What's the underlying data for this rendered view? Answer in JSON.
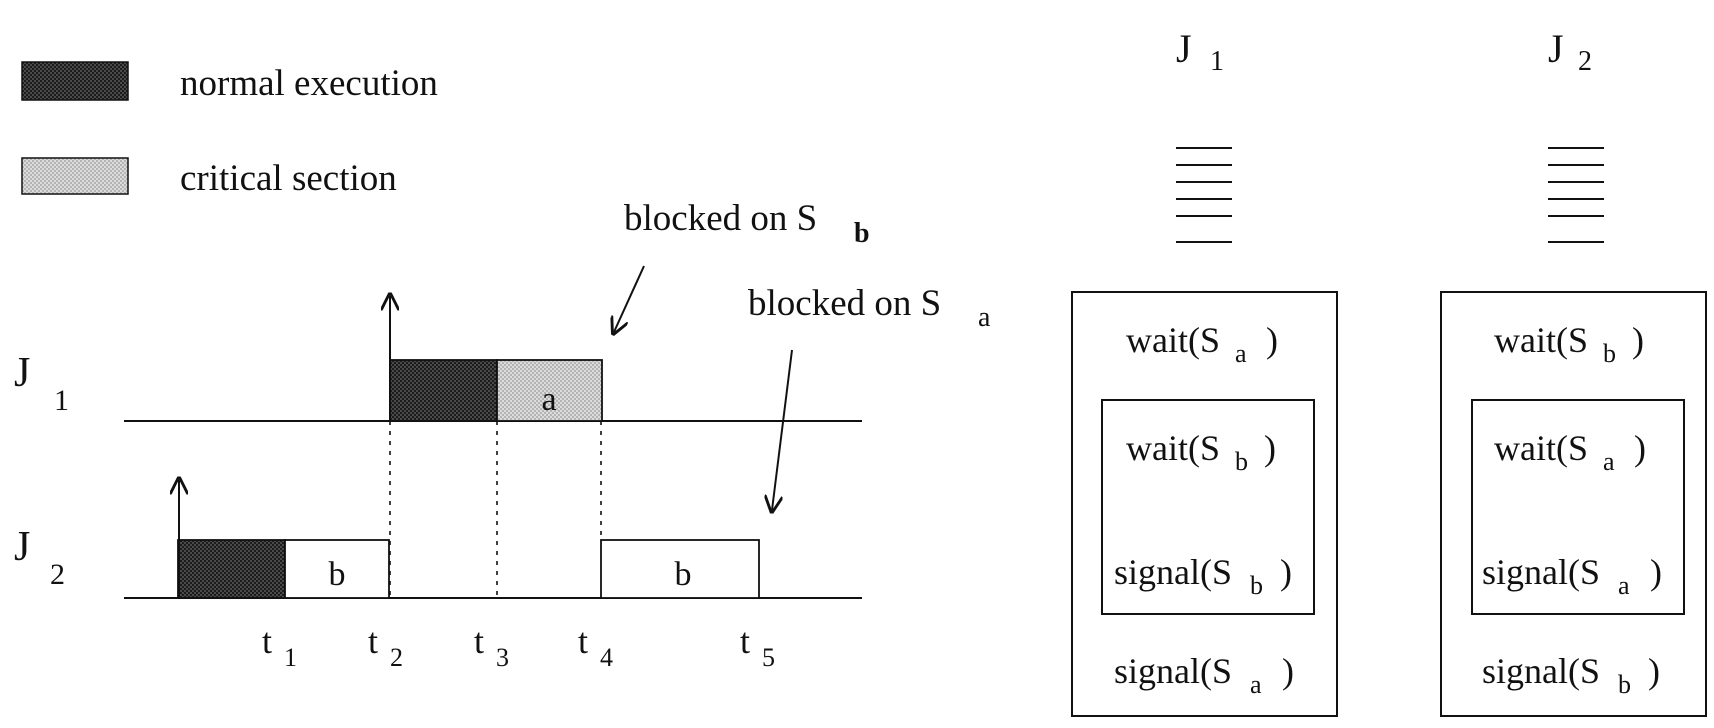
{
  "legend": {
    "normal_label": "normal execution",
    "critical_label": "critical section"
  },
  "timeline": {
    "job1": {
      "name": "J",
      "sub": "1"
    },
    "job2": {
      "name": "J",
      "sub": "2"
    },
    "annotation_b": {
      "text": "blocked on S",
      "sub": "b"
    },
    "annotation_a": {
      "text": "blocked on S",
      "sub": "a"
    },
    "segment_a": "a",
    "segment_b1": "b",
    "segment_b2": "b",
    "ticks": [
      {
        "name": "t",
        "sub": "1"
      },
      {
        "name": "t",
        "sub": "2"
      },
      {
        "name": "t",
        "sub": "3"
      },
      {
        "name": "t",
        "sub": "4"
      },
      {
        "name": "t",
        "sub": "5"
      }
    ]
  },
  "code": {
    "j1": {
      "header": {
        "name": "J",
        "sub": "1"
      },
      "outer_wait": {
        "fn": "wait(S",
        "sub": "a",
        "close": ")"
      },
      "inner_wait": {
        "fn": "wait(S",
        "sub": "b",
        "close": ")"
      },
      "inner_signal": {
        "fn": "signal(S",
        "sub": "b",
        "close": ")"
      },
      "outer_signal": {
        "fn": "signal(S",
        "sub": "a",
        "close": ")"
      }
    },
    "j2": {
      "header": {
        "name": "J",
        "sub": "2"
      },
      "outer_wait": {
        "fn": "wait(S",
        "sub": "b",
        "close": ")"
      },
      "inner_wait": {
        "fn": "wait(S",
        "sub": "a",
        "close": ")"
      },
      "inner_signal": {
        "fn": "signal(S",
        "sub": "a",
        "close": ")"
      },
      "outer_signal": {
        "fn": "signal(S",
        "sub": "b",
        "close": ")"
      }
    }
  },
  "colors": {
    "normal_fill": "#333333",
    "critical_fill": "#cfcfcf",
    "line": "#111111"
  }
}
